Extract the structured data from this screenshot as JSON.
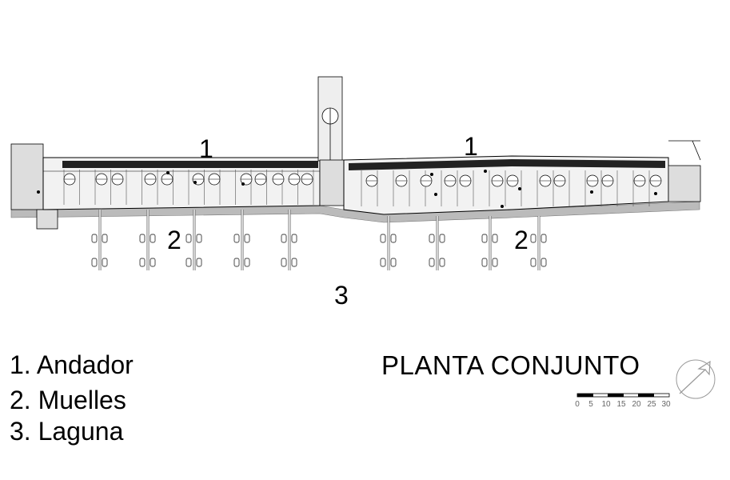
{
  "callouts": {
    "walkway_a": "1",
    "walkway_b": "1",
    "docks_a": "2",
    "docks_b": "2",
    "lagoon": "3"
  },
  "legend": [
    {
      "text": "1. Andador"
    },
    {
      "text": "2. Muelles"
    },
    {
      "text": "3. Laguna"
    }
  ],
  "title": "PLANTA CONJUNTO",
  "scale_bar": {
    "labels": [
      "0",
      "5",
      "10",
      "15",
      "20",
      "25",
      "30"
    ]
  },
  "colors": {
    "line": "#000000",
    "stroke_light": "#777777",
    "fill_gray": "#cccccc",
    "background": "#ffffff"
  }
}
